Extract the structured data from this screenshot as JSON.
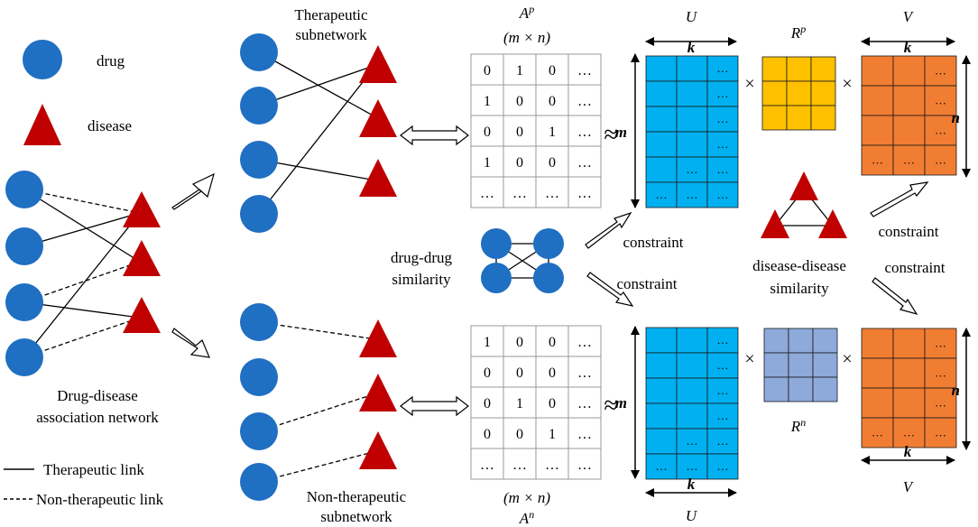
{
  "legend": {
    "drug": "drug",
    "disease": "disease",
    "therapeutic_link": "Therapeutic link",
    "non_therapeutic_link": "Non-therapeutic link"
  },
  "network": {
    "label_line1": "Drug-disease",
    "label_line2": "association network"
  },
  "subnetworks": {
    "therapeutic_line1": "Therapeutic",
    "therapeutic_line2": "subnetwork",
    "non_therapeutic_line1": "Non-therapeutic",
    "non_therapeutic_line2": "subnetwork"
  },
  "matrices": {
    "ap_label": "A",
    "ap_sup": "p",
    "an_label": "A",
    "an_sup": "n",
    "dims": "(m × n)",
    "ap_rows": [
      [
        "0",
        "1",
        "0",
        "…"
      ],
      [
        "1",
        "0",
        "0",
        "…"
      ],
      [
        "0",
        "0",
        "1",
        "…"
      ],
      [
        "1",
        "0",
        "0",
        "…"
      ],
      [
        "…",
        "…",
        "…",
        "…"
      ]
    ],
    "an_rows": [
      [
        "1",
        "0",
        "0",
        "…"
      ],
      [
        "0",
        "0",
        "0",
        "…"
      ],
      [
        "0",
        "1",
        "0",
        "…"
      ],
      [
        "0",
        "0",
        "1",
        "…"
      ],
      [
        "…",
        "…",
        "…",
        "…"
      ]
    ]
  },
  "factors": {
    "u": "U",
    "v": "V",
    "rp": "R",
    "rp_sup": "p",
    "rn": "R",
    "rn_sup": "n",
    "k": "k",
    "m": "m",
    "n": "n",
    "approx": "≈",
    "times": "×",
    "dots": "…"
  },
  "similarity": {
    "drug_line1": "drug-drug",
    "drug_line2": "similarity",
    "disease_line1": "disease-disease",
    "disease_line2": "similarity",
    "constraint": "constraint"
  },
  "colors": {
    "drug_node": "#1f6fc2",
    "disease_node": "#c00000",
    "u_matrix": "#00b0f0",
    "rp_matrix": "#ffc000",
    "rn_matrix": "#8eaadb",
    "v_matrix": "#f07d32"
  }
}
